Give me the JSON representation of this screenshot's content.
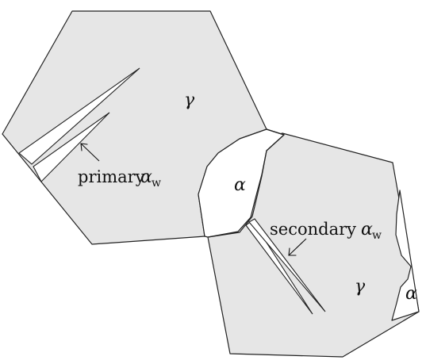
{
  "labels": {
    "gamma_top": "γ",
    "alpha_center": "α",
    "gamma_bottom": "γ",
    "alpha_right": "α",
    "primary_text": "primary",
    "primary_symbol": "α",
    "primary_subscript": "w",
    "secondary_text": "secondary",
    "secondary_symbol": "α",
    "secondary_subscript": "w"
  }
}
